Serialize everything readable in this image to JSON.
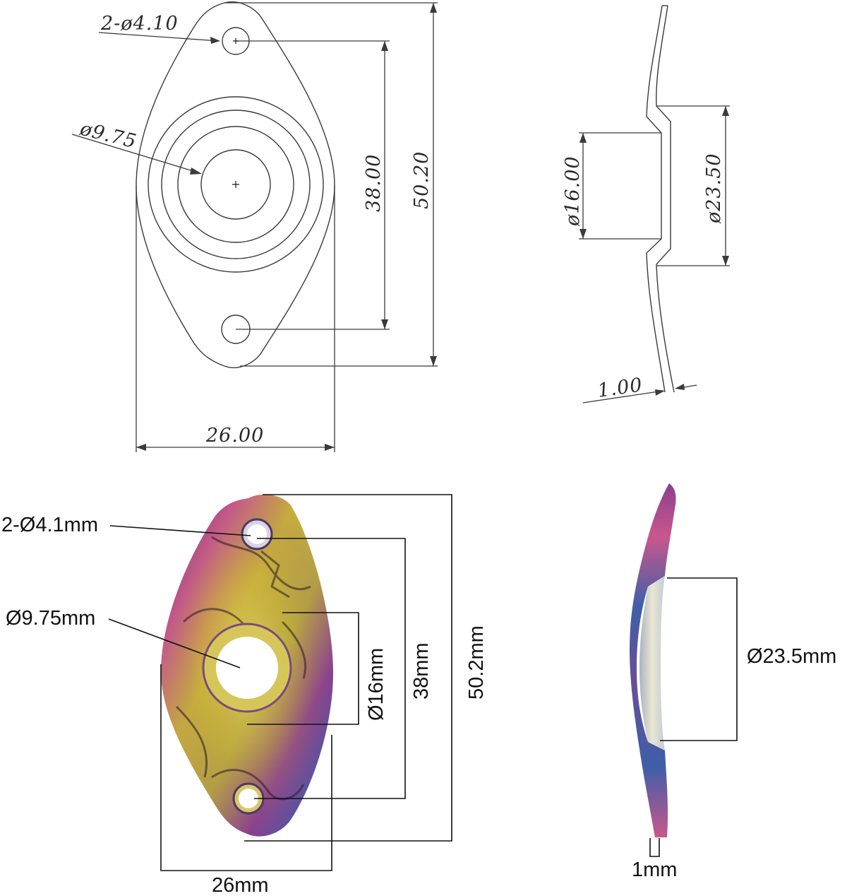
{
  "drawing": {
    "top_view": {
      "mount_holes": "2-ø4.10",
      "center_hole": "ø9.75",
      "hole_spacing": "38.00",
      "overall_length": "50.20",
      "overall_width": "26.00"
    },
    "side_view": {
      "recess_inner": "ø16.00",
      "recess_outer": "ø23.50",
      "thickness": "1.00"
    }
  },
  "photo": {
    "front": {
      "mount_holes": "2-Ø4.1mm",
      "center_hole": "Ø9.75mm",
      "recess_inner": "Ø16mm",
      "hole_spacing": "38mm",
      "overall_length": "50.2mm",
      "overall_width": "26mm"
    },
    "side": {
      "recess_outer": "Ø23.5mm",
      "thickness": "1mm"
    }
  },
  "colors": {
    "plate_gold": "#c9b13a",
    "plate_purple": "#8a3f8f",
    "plate_blue": "#3d5fa8",
    "plate_pink": "#c9578d"
  }
}
